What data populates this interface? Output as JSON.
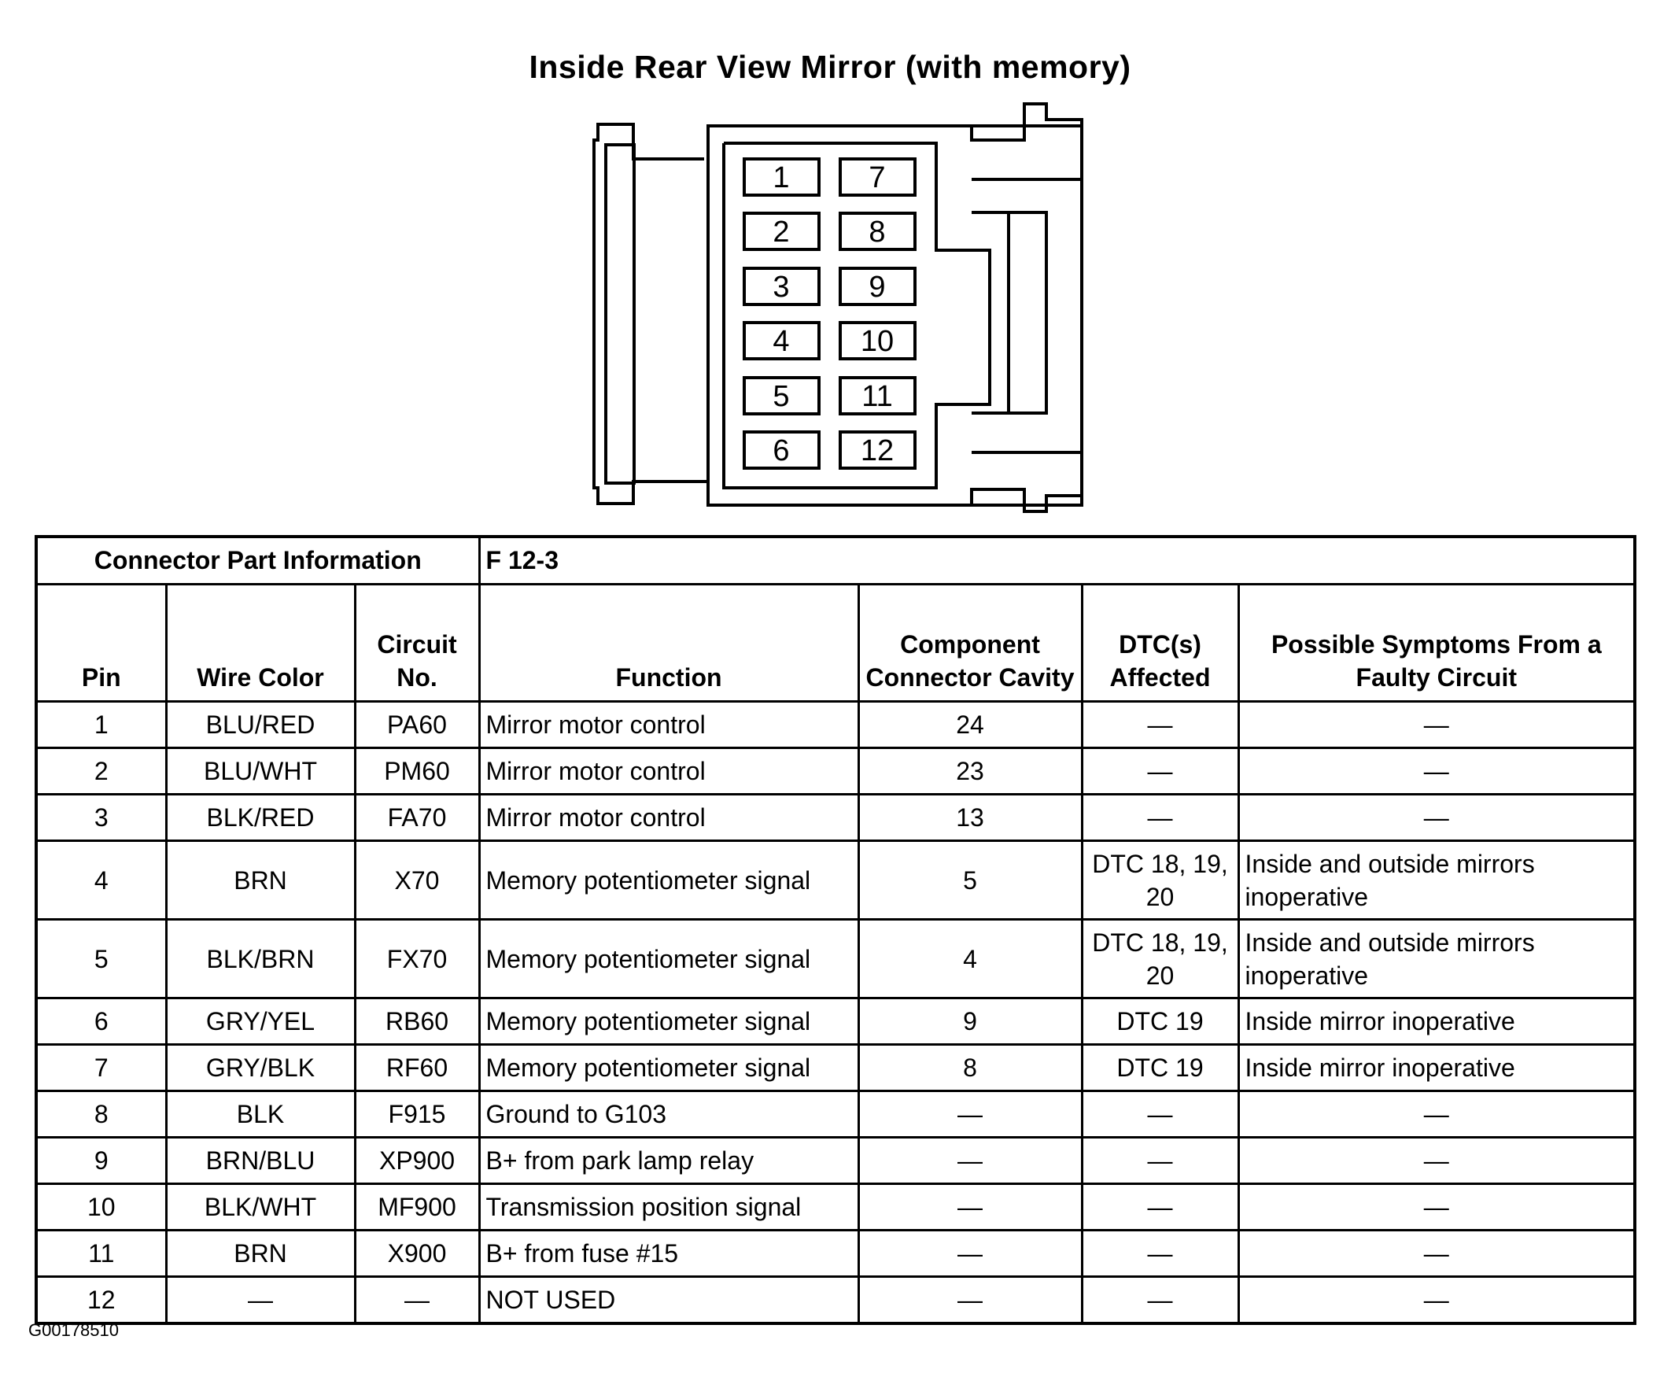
{
  "title": "Inside Rear View Mirror (with memory)",
  "figure_id": "G00178510",
  "connector": {
    "cavities": [
      "1",
      "2",
      "3",
      "4",
      "5",
      "6",
      "7",
      "8",
      "9",
      "10",
      "11",
      "12"
    ]
  },
  "table": {
    "part_info_label": "Connector Part Information",
    "part_info_value": "F 12-3",
    "headers": {
      "pin": "Pin",
      "wire_color": "Wire Color",
      "circuit": "Circuit No.",
      "function": "Function",
      "cavity": "Component Connector Cavity",
      "dtc": "DTC(s) Affected",
      "symptoms": "Possible Symptoms From a Faulty Circuit"
    },
    "rows": [
      {
        "pin": "1",
        "wire": "BLU/RED",
        "circuit": "PA60",
        "function": "Mirror motor control",
        "cavity": "24",
        "dtc": "—",
        "symptoms": "—"
      },
      {
        "pin": "2",
        "wire": "BLU/WHT",
        "circuit": "PM60",
        "function": "Mirror motor control",
        "cavity": "23",
        "dtc": "—",
        "symptoms": "—"
      },
      {
        "pin": "3",
        "wire": "BLK/RED",
        "circuit": "FA70",
        "function": "Mirror motor control",
        "cavity": "13",
        "dtc": "—",
        "symptoms": "—"
      },
      {
        "pin": "4",
        "wire": "BRN",
        "circuit": "X70",
        "function": "Memory potentiometer signal",
        "cavity": "5",
        "dtc": "DTC 18, 19, 20",
        "symptoms": "Inside and outside mirrors inoperative"
      },
      {
        "pin": "5",
        "wire": "BLK/BRN",
        "circuit": "FX70",
        "function": "Memory potentiometer signal",
        "cavity": "4",
        "dtc": "DTC 18, 19, 20",
        "symptoms": "Inside and outside mirrors inoperative"
      },
      {
        "pin": "6",
        "wire": "GRY/YEL",
        "circuit": "RB60",
        "function": "Memory potentiometer signal",
        "cavity": "9",
        "dtc": "DTC 19",
        "symptoms": "Inside mirror inoperative"
      },
      {
        "pin": "7",
        "wire": "GRY/BLK",
        "circuit": "RF60",
        "function": "Memory potentiometer signal",
        "cavity": "8",
        "dtc": "DTC 19",
        "symptoms": "Inside mirror inoperative"
      },
      {
        "pin": "8",
        "wire": "BLK",
        "circuit": "F915",
        "function": "Ground to G103",
        "cavity": "—",
        "dtc": "—",
        "symptoms": "—"
      },
      {
        "pin": "9",
        "wire": "BRN/BLU",
        "circuit": "XP900",
        "function": "B+ from park lamp relay",
        "cavity": "—",
        "dtc": "—",
        "symptoms": "—"
      },
      {
        "pin": "10",
        "wire": "BLK/WHT",
        "circuit": "MF900",
        "function": "Transmission position signal",
        "cavity": "—",
        "dtc": "—",
        "symptoms": "—"
      },
      {
        "pin": "11",
        "wire": "BRN",
        "circuit": "X900",
        "function": "B+ from fuse #15",
        "cavity": "—",
        "dtc": "—",
        "symptoms": "—"
      },
      {
        "pin": "12",
        "wire": "—",
        "circuit": "—",
        "function": "NOT USED",
        "cavity": "—",
        "dtc": "—",
        "symptoms": "—"
      }
    ]
  }
}
